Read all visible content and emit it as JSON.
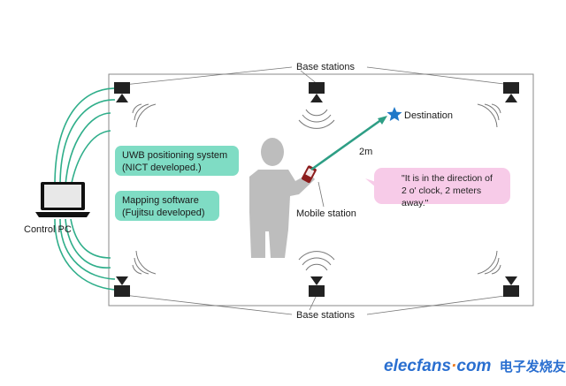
{
  "labels": {
    "base_stations_top": "Base stations",
    "base_stations_bottom": "Base stations",
    "destination": "Destination",
    "distance": "2m",
    "mobile_station": "Mobile station",
    "control_pc": "Control PC"
  },
  "boxes": {
    "uwb_line1": "UWB positioning system",
    "uwb_line2": "(NICT developed.)",
    "mapping_line1": "Mapping software",
    "mapping_line2": "(Fujitsu developed)"
  },
  "speech": {
    "line1": "\"It is in the direction of",
    "line2": "2 o' clock, 2 meters away.\""
  },
  "watermark": {
    "brand": "elecfans",
    "dot": "·",
    "suffix": "com",
    "chinese": "电子发烧友"
  },
  "colors": {
    "cable": "#2fae8a",
    "arrow": "#2e9e85",
    "star": "#1f78c8",
    "green_box": "#7fdcc4",
    "speech_bubble": "#f7cbe8",
    "person": "#bdbdbd",
    "watermark_blue": "#2a6fd0",
    "watermark_orange": "#ee7a1e"
  },
  "icons": [
    "base-station-icon",
    "star-icon",
    "speaker-icon",
    "laptop-icon",
    "person-icon",
    "phone-icon"
  ]
}
